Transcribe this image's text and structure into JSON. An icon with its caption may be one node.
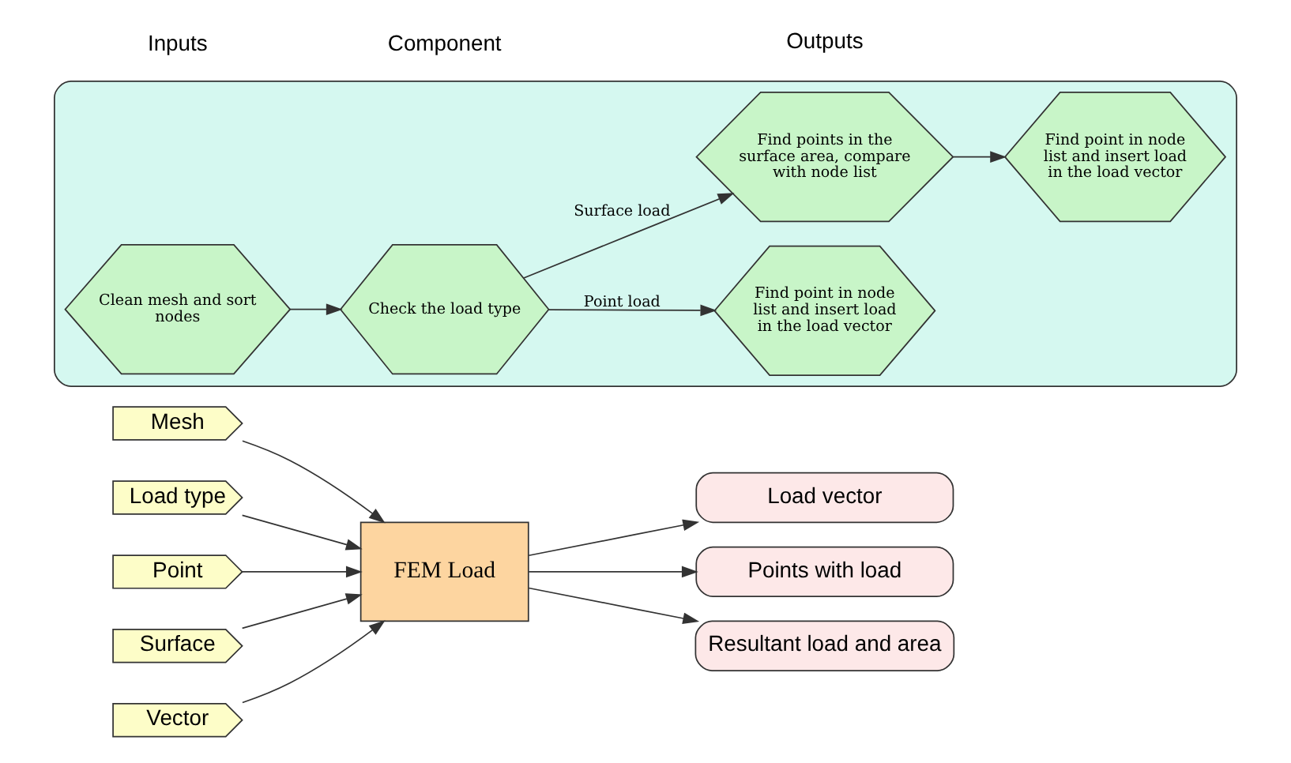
{
  "diagram": {
    "nodes": [
      {
        "text": [
          "Mesh"
        ]
      },
      {
        "text": [
          "Load type"
        ]
      },
      {
        "text": [
          "Point"
        ]
      },
      {
        "text": [
          "Surface"
        ]
      },
      {
        "text": [
          "Vector"
        ]
      },
      {
        "text": [
          "FEM Load"
        ]
      },
      {
        "text": [
          "Load vector"
        ]
      },
      {
        "text": [
          "Points with load"
        ]
      },
      {
        "text": [
          "Resultant load and area"
        ]
      },
      {
        "text": [],
        "shape": "ellipse"
      },
      {
        "text": [
          "Clean mesh and sort nodes"
        ],
        "in": 9
      },
      {
        "text": [
          "Check the load type"
        ],
        "in": 9
      },
      {
        "text": [
          "Find point in node list and insert load in the load vector"
        ],
        "in": 9
      },
      {
        "text": [
          "Find points in the surface area, compare with node list"
        ],
        "in": 9
      },
      {
        "text": [
          "Find point in node list and insert load in the load vector"
        ],
        "in": 9
      }
    ],
    "edges": [
      {
        "from": 0,
        "to": 5,
        "arrow": "to"
      },
      {
        "from": 1,
        "to": 5,
        "arrow": "to"
      },
      {
        "from": 2,
        "to": 5,
        "arrow": "to"
      },
      {
        "from": 3,
        "to": 5,
        "arrow": "to"
      },
      {
        "from": 4,
        "to": 5,
        "arrow": "to"
      },
      {
        "from": 5,
        "to": 6,
        "arrow": "to"
      },
      {
        "from": 5,
        "to": 7,
        "arrow": "to"
      },
      {
        "from": 5,
        "to": 8,
        "arrow": "to"
      },
      {
        "from": 10,
        "to": 11,
        "arrow": "to"
      },
      {
        "from": 11,
        "to": 12,
        "arrow": "to",
        "label": "Point load"
      },
      {
        "from": 11,
        "to": 13,
        "arrow": "to",
        "label": "Surface load"
      },
      {
        "from": 13,
        "to": 14,
        "arrow": "to"
      }
    ],
    "labels": [
      "Inputs",
      "Component",
      "Outputs"
    ]
  }
}
